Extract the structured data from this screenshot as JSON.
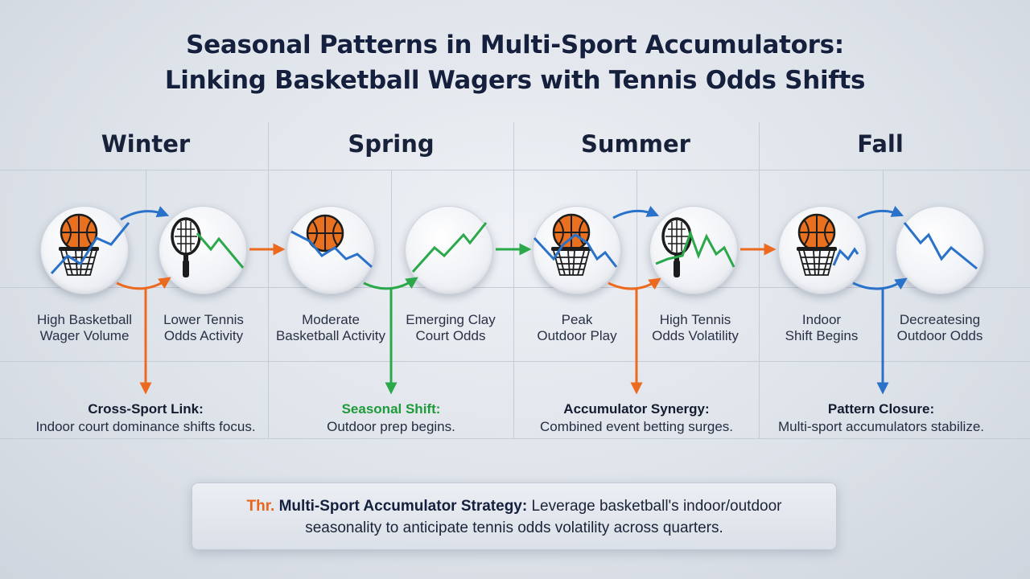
{
  "title": {
    "line1": "Seasonal Patterns in Multi-Sport Accumulators:",
    "line2": "Linking Basketball Wagers with Tennis Odds Shifts"
  },
  "seasons": [
    {
      "name": "Winter",
      "left_icon": "basketball-hoop-icon",
      "right_icon": "tennis-racket-icon",
      "left_label": [
        "High Basketball",
        "Wager Volume"
      ],
      "right_label": [
        "Lower Tennis",
        "Odds Activity"
      ],
      "note_title": "Cross-Sport Link:",
      "note_body": "Indoor court dominance shifts focus.",
      "note_color": "orange"
    },
    {
      "name": "Spring",
      "left_icon": "basketball-icon",
      "right_icon": "trend-up-icon",
      "left_label": [
        "Moderate",
        "Basketball Activity"
      ],
      "right_label": [
        "Emerging Clay",
        "Court Odds"
      ],
      "note_title": "Seasonal Shift:",
      "note_body": "Outdoor prep begins.",
      "note_color": "green"
    },
    {
      "name": "Summer",
      "left_icon": "basketball-hoop-icon",
      "right_icon": "tennis-racket-icon",
      "left_label": [
        "Peak",
        "Outdoor Play"
      ],
      "right_label": [
        "High Tennis",
        "Odds Volatility"
      ],
      "note_title": "Accumulator Synergy:",
      "note_body": "Combined event betting surges.",
      "note_color": "orange"
    },
    {
      "name": "Fall",
      "left_icon": "basketball-hoop-icon",
      "right_icon": "trend-down-icon",
      "left_label": [
        "Indoor",
        "Shift Begins"
      ],
      "right_label": [
        "Decreatesing",
        "Outdoor Odds"
      ],
      "note_title": "Pattern Closure:",
      "note_body": "Multi-sport accumulators stabilize.",
      "note_color": "blue"
    }
  ],
  "strategy": {
    "tag": "Thr.",
    "heading": "Multi-Sport Accumulator Strategy:",
    "body_line1": "Leverage basketball's indoor/outdoor",
    "body_line2": "seasonality to anticipate tennis odds volatility across quarters."
  },
  "colors": {
    "orange": "#ec6a1f",
    "blue": "#2a72c9",
    "green": "#2aa84a",
    "ball": "#e8701e",
    "ink": "#14203d"
  }
}
